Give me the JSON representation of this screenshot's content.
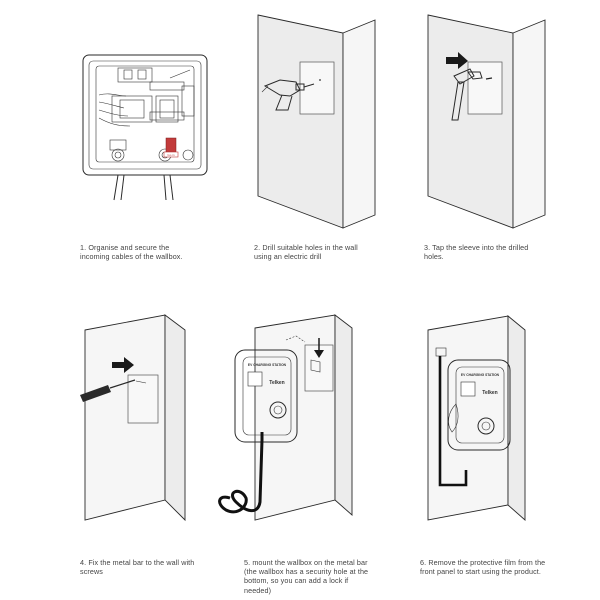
{
  "steps": [
    {
      "number": "1.",
      "text": "Organise and secure the incoming cables of the wallbox."
    },
    {
      "number": "2.",
      "text": "Drill suitable holes in the wall using an electric drill"
    },
    {
      "number": "3.",
      "text": "Tap the sleeve into the drilled holes."
    },
    {
      "number": "4.",
      "text": "Fix the metal bar to the wall with screws"
    },
    {
      "number": "5.",
      "text": "mount the wallbox on the metal bar (the wallbox has a security hole at the bottom, so you can add a lock if needed)"
    },
    {
      "number": "6.",
      "text": "Remove the protective film from the front panel to start using the product."
    }
  ],
  "labels": {
    "station_title": "EV CHARGING STATION",
    "brand": "Telken",
    "terminal_label": "Go in"
  }
}
